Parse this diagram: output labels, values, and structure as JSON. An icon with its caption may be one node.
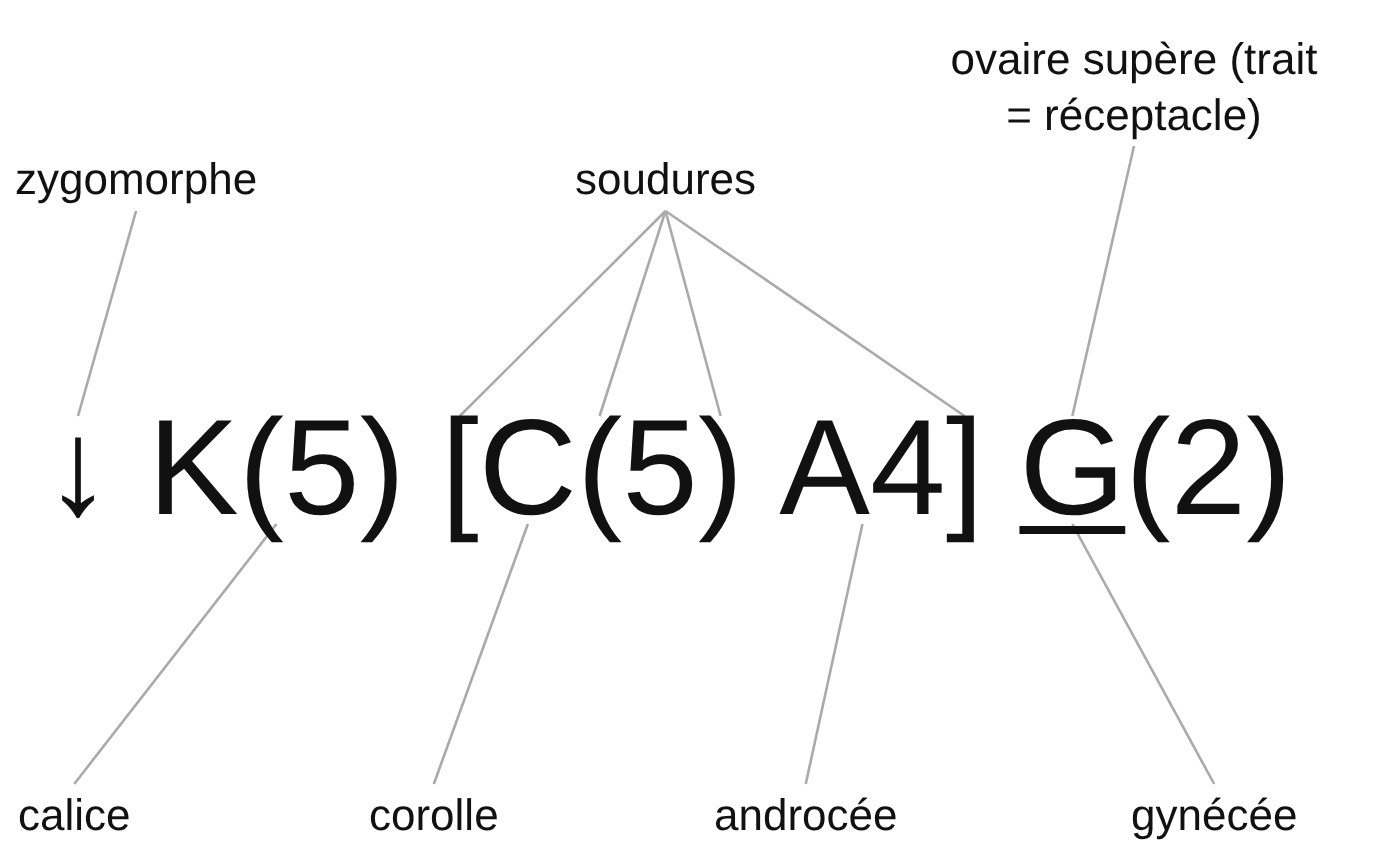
{
  "diagram": {
    "nodes": [
      {
        "text": [
          "zygomorphe"
        ]
      },
      {
        "text": [
          "soudures"
        ]
      },
      {
        "text": [
          "ovaire supère (trait = réceptacle)"
        ]
      },
      {
        "text": [
          "↓"
        ]
      },
      {
        "text": [
          "K(5)"
        ]
      },
      {
        "text": [
          "["
        ]
      },
      {
        "text": [
          "C"
        ]
      },
      {
        "text": [
          "("
        ]
      },
      {
        "text": [
          "5"
        ]
      },
      {
        "text": [
          ")"
        ]
      },
      {
        "text": [
          "A4"
        ]
      },
      {
        "text": [
          "]"
        ]
      },
      {
        "text": [
          "G"
        ]
      },
      {
        "text": [
          "calice"
        ]
      },
      {
        "text": [
          "corolle"
        ]
      },
      {
        "text": [
          "androcée"
        ]
      },
      {
        "text": [
          "gynécée"
        ]
      }
    ],
    "edges": [
      {
        "from": 0,
        "to": 3,
        "arrow": "none"
      },
      {
        "from": 1,
        "to": 5,
        "arrow": "none"
      },
      {
        "from": 1,
        "to": 7,
        "arrow": "none"
      },
      {
        "from": 1,
        "to": 9,
        "arrow": "none"
      },
      {
        "from": 1,
        "to": 11,
        "arrow": "none"
      },
      {
        "from": 2,
        "to": 12,
        "arrow": "none"
      },
      {
        "from": 13,
        "to": 4,
        "arrow": "none"
      },
      {
        "from": 14,
        "to": 6,
        "arrow": "none"
      },
      {
        "from": 15,
        "to": 10,
        "arrow": "none"
      },
      {
        "from": 16,
        "to": 12,
        "arrow": "none"
      }
    ],
    "labels": [
      "(2)"
    ]
  }
}
